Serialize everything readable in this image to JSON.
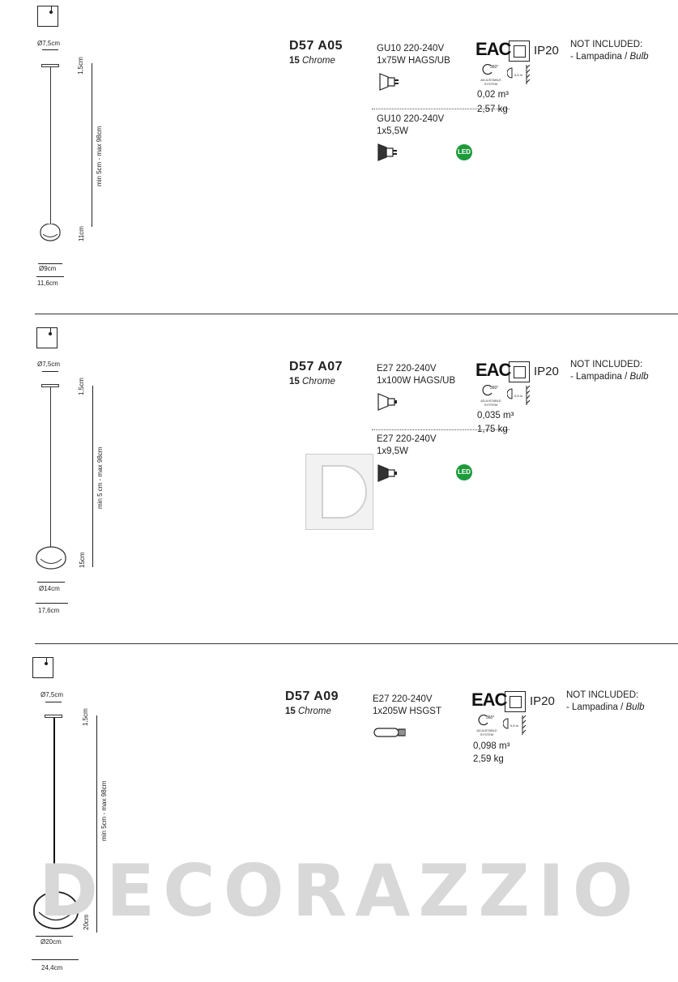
{
  "products": [
    {
      "code": "D57 A05",
      "finish_num": "15",
      "finish_name": "Chrome",
      "canopy_dim": "Ø7,5cm",
      "canopy_h": "1,5cm",
      "length": "min 5cm - max 98cm",
      "shade_h": "11cm",
      "shade_d": "Ø9cm",
      "shade_w": "11,6cm",
      "bulb1_line1": "GU10 220-240V",
      "bulb1_line2": "1x75W HAGS/UB",
      "bulb2_line1": "GU10 220-240V",
      "bulb2_line2": "1x5,5W",
      "led": "LED",
      "ip": "IP20",
      "eac": "EAC",
      "adjustable": "ADJUSTABLE SYSTEM",
      "rot": "360°",
      "dist": "0,5 m",
      "volume": "0,02 m³",
      "weight": "2,57 kg",
      "not_included": "NOT INCLUDED:",
      "bulb_note_it": "- Lampadina / ",
      "bulb_note_en": "Bulb"
    },
    {
      "code": "D57 A07",
      "finish_num": "15",
      "finish_name": "Chrome",
      "canopy_dim": "Ø7,5cm",
      "canopy_h": "1,5cm",
      "length": "min 5 cm - max 98cm",
      "shade_h": "15cm",
      "shade_d": "Ø14cm",
      "shade_w": "17,6cm",
      "bulb1_line1": "E27 220-240V",
      "bulb1_line2": "1x100W HAGS/UB",
      "bulb2_line1": "E27 220-240V",
      "bulb2_line2": "1x9,5W",
      "led": "LED",
      "ip": "IP20",
      "eac": "EAC",
      "adjustable": "ADJUSTABLE SYSTEM",
      "rot": "360°",
      "dist": "0,5 m",
      "volume": "0,035 m³",
      "weight": "1,75 kg",
      "not_included": "NOT INCLUDED:",
      "bulb_note_it": "- Lampadina / ",
      "bulb_note_en": "Bulb"
    },
    {
      "code": "D57 A09",
      "finish_num": "15",
      "finish_name": "Chrome",
      "canopy_dim": "Ø7,5cm",
      "canopy_h": "1,5cm",
      "length": "min 5cm - max 98cm",
      "shade_h": "20cm",
      "shade_d": "Ø20cm",
      "shade_w": "24,4cm",
      "bulb1_line1": "E27 220-240V",
      "bulb1_line2": "1x205W HSGST",
      "ip": "IP20",
      "eac": "EAC",
      "adjustable": "ADJUSTABLE SYSTEM",
      "rot": "360°",
      "dist": "0,5 m",
      "volume": "0,098 m³",
      "weight": "2,59 kg",
      "not_included": "NOT INCLUDED:",
      "bulb_note_it": "- Lampadina / ",
      "bulb_note_en": "Bulb"
    }
  ],
  "watermark": "DECORAZZIO"
}
